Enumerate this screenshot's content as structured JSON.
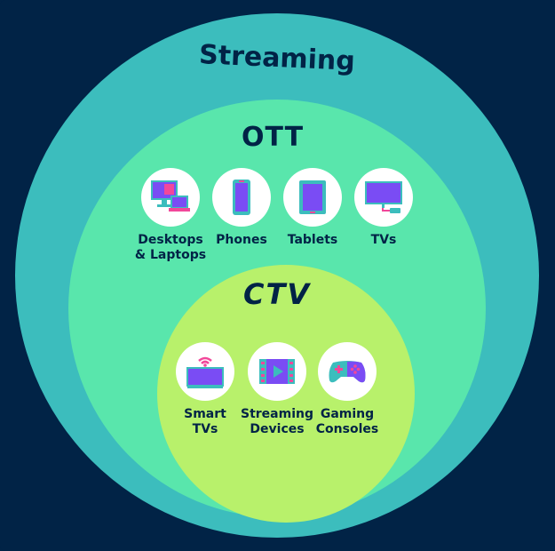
{
  "titles": {
    "outer": "Streaming",
    "middle": "OTT",
    "inner": "CTV"
  },
  "ott_items": [
    {
      "icon": "desktop-laptop-icon",
      "label_lines": [
        "Desktops",
        "& Laptops"
      ]
    },
    {
      "icon": "phone-icon",
      "label_lines": [
        "Phones"
      ]
    },
    {
      "icon": "tablet-icon",
      "label_lines": [
        "Tablets"
      ]
    },
    {
      "icon": "tv-icon",
      "label_lines": [
        "TVs"
      ]
    }
  ],
  "ctv_items": [
    {
      "icon": "smart-tv-icon",
      "label_lines": [
        "Smart",
        "TVs"
      ]
    },
    {
      "icon": "streaming-device-icon",
      "label_lines": [
        "Streaming",
        "Devices"
      ]
    },
    {
      "icon": "game-controller-icon",
      "label_lines": [
        "Gaming",
        "Consoles"
      ]
    }
  ],
  "colors": {
    "background": "#012346",
    "streaming": "#3cbdbd",
    "ott": "#59e6ac",
    "ctv": "#b8f16b",
    "icon_purple": "#7a4cf4",
    "icon_pink": "#f2479a",
    "icon_teal": "#3cbdbd"
  }
}
